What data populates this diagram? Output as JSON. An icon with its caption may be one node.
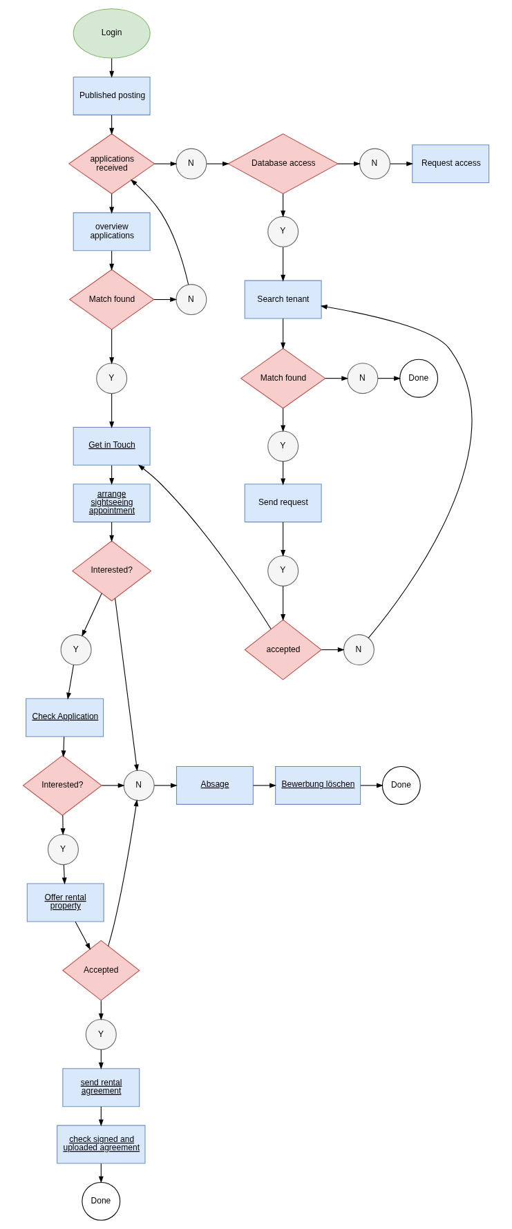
{
  "diagram": {
    "nodes": [
      {
        "text": [
          "Login"
        ]
      },
      {
        "text": [
          "Published posting"
        ]
      },
      {
        "text": [
          "applications received"
        ]
      },
      {
        "text": [
          "N"
        ]
      },
      {
        "text": [
          "Database access"
        ]
      },
      {
        "text": [
          "N"
        ]
      },
      {
        "text": [
          "Request access"
        ]
      },
      {
        "text": [
          "overview applications"
        ]
      },
      {
        "text": [
          "Y"
        ]
      },
      {
        "text": [
          "Match found"
        ]
      },
      {
        "text": [
          "N"
        ]
      },
      {
        "text": [
          "Search tenant"
        ]
      },
      {
        "text": [
          "Y"
        ]
      },
      {
        "text": [
          "Match found"
        ]
      },
      {
        "text": [
          "N"
        ]
      },
      {
        "text": [
          "Done"
        ]
      },
      {
        "text": [
          "Get in Touch"
        ]
      },
      {
        "text": [
          "Y"
        ]
      },
      {
        "text": [
          "arrange sightseeing appointment"
        ]
      },
      {
        "text": [
          "Send request"
        ]
      },
      {
        "text": [
          "Y"
        ]
      },
      {
        "text": [
          "Interested?"
        ]
      },
      {
        "text": [
          "accepted"
        ]
      },
      {
        "text": [
          "N"
        ]
      },
      {
        "text": [
          "Y"
        ]
      },
      {
        "text": [
          "Check Application"
        ]
      },
      {
        "text": [
          "Interested?"
        ]
      },
      {
        "text": [
          "N"
        ]
      },
      {
        "text": [
          "Absage"
        ]
      },
      {
        "text": [
          "Bewerbung löschen"
        ]
      },
      {
        "text": [
          "Done"
        ]
      },
      {
        "text": [
          "Y"
        ]
      },
      {
        "text": [
          "Offer rental property"
        ]
      },
      {
        "text": [
          "Accepted"
        ]
      },
      {
        "text": [
          "Y"
        ]
      },
      {
        "text": [
          "send rental agreement"
        ]
      },
      {
        "text": [
          "check signed and uploaded agreement"
        ]
      },
      {
        "text": [
          "Done"
        ]
      }
    ],
    "edges": [
      {
        "from": 0,
        "to": 1,
        "arrow": "to"
      },
      {
        "from": 1,
        "to": 2,
        "arrow": "to"
      },
      {
        "from": 2,
        "to": 7,
        "arrow": "to"
      },
      {
        "from": 2,
        "to": 3,
        "arrow": "to"
      },
      {
        "from": 3,
        "to": 4,
        "arrow": "to"
      },
      {
        "from": 4,
        "to": 5,
        "arrow": "to"
      },
      {
        "from": 5,
        "to": 6,
        "arrow": "to"
      },
      {
        "from": 4,
        "to": 8,
        "arrow": "to"
      },
      {
        "from": 8,
        "to": 11,
        "arrow": "to"
      },
      {
        "from": 7,
        "to": 9,
        "arrow": "to"
      },
      {
        "from": 9,
        "to": 10,
        "arrow": "to"
      },
      {
        "from": 10,
        "to": 2,
        "arrow": "to"
      },
      {
        "from": 9,
        "to": 12,
        "arrow": "to"
      },
      {
        "from": 12,
        "to": 16,
        "arrow": "to"
      },
      {
        "from": 11,
        "to": 13,
        "arrow": "to"
      },
      {
        "from": 13,
        "to": 14,
        "arrow": "to"
      },
      {
        "from": 14,
        "to": 15,
        "arrow": "to"
      },
      {
        "from": 13,
        "to": 17,
        "arrow": "to"
      },
      {
        "from": 17,
        "to": 19,
        "arrow": "to"
      },
      {
        "from": 19,
        "to": 20,
        "arrow": "to"
      },
      {
        "from": 20,
        "to": 22,
        "arrow": "to"
      },
      {
        "from": 22,
        "to": 16,
        "arrow": "to"
      },
      {
        "from": 22,
        "to": 23,
        "arrow": "to"
      },
      {
        "from": 23,
        "to": 11,
        "arrow": "to"
      },
      {
        "from": 16,
        "to": 18,
        "arrow": "to"
      },
      {
        "from": 18,
        "to": 21,
        "arrow": "to"
      },
      {
        "from": 21,
        "to": 24,
        "arrow": "to"
      },
      {
        "from": 21,
        "to": 27,
        "arrow": "to"
      },
      {
        "from": 24,
        "to": 25,
        "arrow": "to"
      },
      {
        "from": 25,
        "to": 26,
        "arrow": "to"
      },
      {
        "from": 26,
        "to": 27,
        "arrow": "to"
      },
      {
        "from": 26,
        "to": 31,
        "arrow": "to"
      },
      {
        "from": 27,
        "to": 28,
        "arrow": "to"
      },
      {
        "from": 28,
        "to": 29,
        "arrow": "to"
      },
      {
        "from": 29,
        "to": 30,
        "arrow": "to"
      },
      {
        "from": 31,
        "to": 32,
        "arrow": "to"
      },
      {
        "from": 32,
        "to": 33,
        "arrow": "to"
      },
      {
        "from": 33,
        "to": 27,
        "arrow": "to"
      },
      {
        "from": 33,
        "to": 34,
        "arrow": "to"
      },
      {
        "from": 34,
        "to": 35,
        "arrow": "to"
      },
      {
        "from": 35,
        "to": 36,
        "arrow": "to"
      },
      {
        "from": 36,
        "to": 37,
        "arrow": "to"
      }
    ]
  }
}
